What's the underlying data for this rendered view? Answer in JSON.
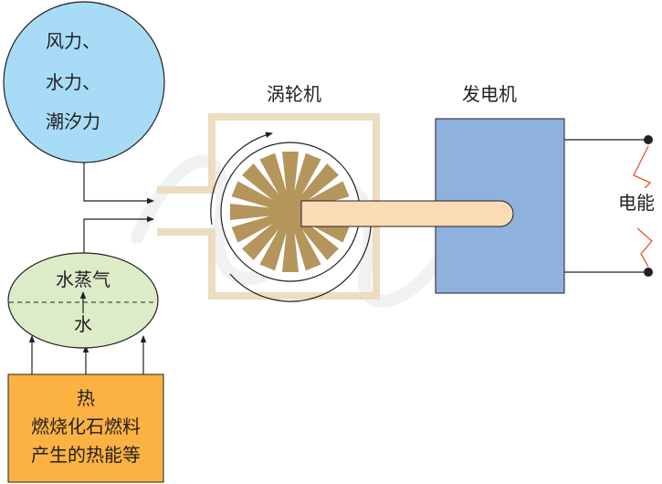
{
  "sources": {
    "renewable_lines": [
      "风力、",
      "水力、",
      "潮汐力"
    ],
    "fill_color": "#a8dcf6"
  },
  "boiler": {
    "steam_label": "水蒸气",
    "water_label": "水",
    "fill_color": "#dcecc8"
  },
  "heat_source": {
    "lines": [
      "热",
      "燃烧化石燃料",
      "产生的热能等"
    ],
    "fill_color": "#fbb243"
  },
  "turbine": {
    "label": "涡轮机",
    "casing_color": "#ecdcc0",
    "blade_color": "#b4955b",
    "shaft_color": "#f9dbb5"
  },
  "generator": {
    "label": "发电机",
    "fill_color": "#8fb1de"
  },
  "output": {
    "label": "电能",
    "spark_color": "#e8542a"
  },
  "watermark": {
    "mark": "®"
  }
}
